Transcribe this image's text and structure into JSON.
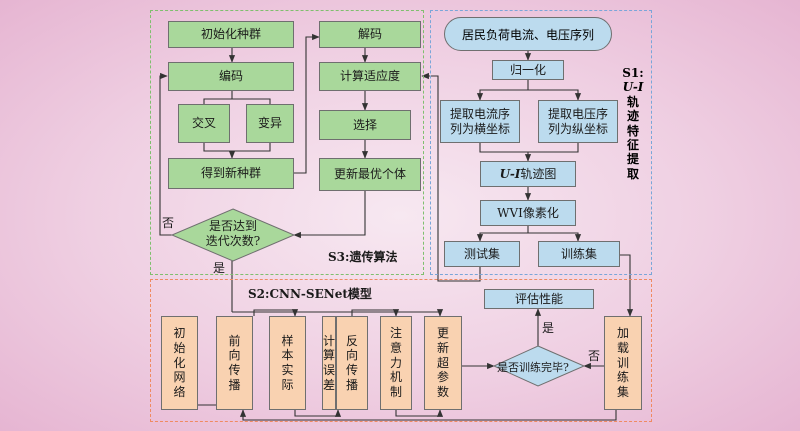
{
  "s3": {
    "title": "S3:遗传算法",
    "init_population": "初始化种群",
    "encode": "编码",
    "crossover": "交叉",
    "mutation": "变异",
    "new_population": "得到新种群",
    "decode": "解码",
    "fitness": "计算适应度",
    "select": "选择",
    "update_best": "更新最优个体",
    "decision_line1": "是否达到",
    "decision_line2": "迭代次数?",
    "no_label": "否",
    "yes_label": "是"
  },
  "s1": {
    "title_prefix": "S1:",
    "title_ui": "U-I",
    "title_chars": [
      "轨",
      "迹",
      "特",
      "征",
      "提",
      "取"
    ],
    "source": "居民负荷电流、电压序列",
    "normalize": "归一化",
    "current_line1": "提取电流序",
    "current_line2": "列为横坐标",
    "voltage_line1": "提取电压序",
    "voltage_line2": "列为纵坐标",
    "ui_prefix": "U-I",
    "ui_suffix": "轨迹图",
    "wvi": "WVI像素化",
    "test_set": "测试集",
    "train_set": "训练集"
  },
  "s2": {
    "title": "S2:CNN-SENet模型",
    "evaluate": "评估性能",
    "steps": [
      [
        "初",
        "始",
        "化",
        "网",
        "络"
      ],
      [
        "前",
        "向",
        "传",
        "播"
      ],
      [
        "样",
        "本",
        "实",
        "际"
      ],
      [
        "计",
        "算",
        "误",
        "差"
      ],
      [
        "反",
        "向",
        "传",
        "播"
      ],
      [
        "注",
        "意",
        "力",
        "机",
        "制"
      ],
      [
        "更",
        "新",
        "超",
        "参",
        "数"
      ]
    ],
    "decision": "是否训练完毕?",
    "yes_label": "是",
    "no_label": "否",
    "load_train": [
      "加",
      "载",
      "训",
      "练",
      "集"
    ]
  }
}
